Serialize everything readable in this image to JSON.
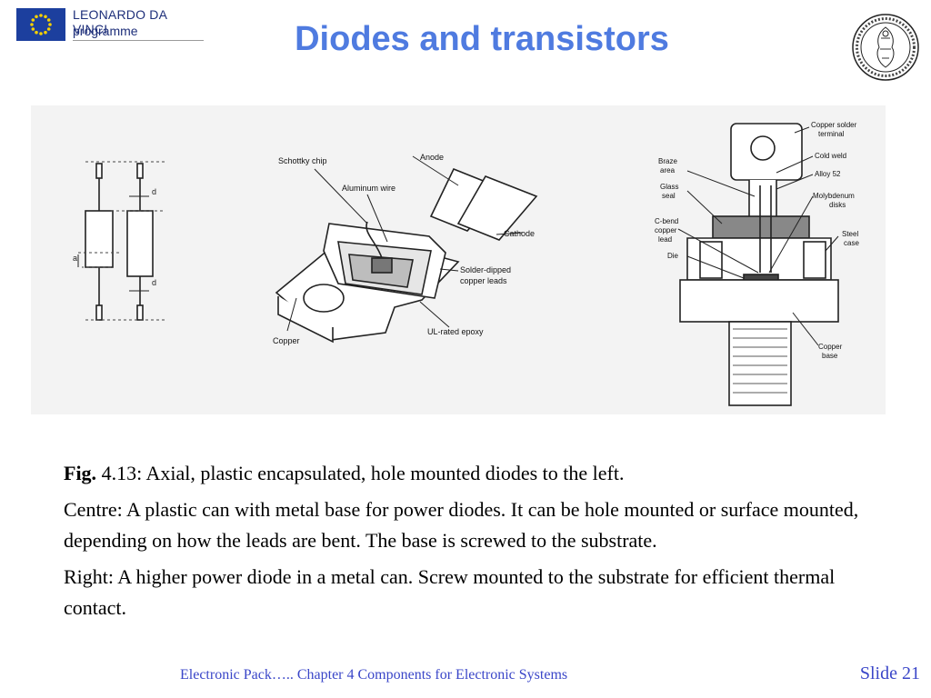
{
  "header": {
    "brand_line1": "LEONARDO DA VINCI",
    "brand_line2": "programme",
    "title": "Diodes and transistors"
  },
  "figure": {
    "left_labels": {
      "a": "a",
      "d_top": "d",
      "d_bottom": "d"
    },
    "centre_labels": {
      "schottky_chip": "Schottky chip",
      "anode": "Anode",
      "aluminum_wire": "Aluminum wire",
      "cathode": "Cathode",
      "solder_line1": "Solder-dipped",
      "solder_line2": "copper leads",
      "copper": "Copper",
      "ul_epoxy": "UL-rated epoxy"
    },
    "right_labels": {
      "copper_solder_line1": "Copper solder",
      "copper_solder_line2": "terminal",
      "braze_line1": "Braze",
      "braze_line2": "area",
      "cold_weld": "Cold weld",
      "alloy": "Alloy 52",
      "glass_line1": "Glass",
      "glass_line2": "seal",
      "molybdenum_line1": "Molybdenum",
      "molybdenum_line2": "disks",
      "cbend_line1": "C-bend",
      "cbend_line2": "copper",
      "cbend_line3": "lead",
      "steel_line1": "Steel",
      "steel_line2": "case",
      "die": "Die",
      "copper_base_line1": "Copper",
      "copper_base_line2": "base"
    }
  },
  "caption": {
    "fig_label": "Fig.",
    "fig_text": " 4.13: Axial, plastic encapsulated, hole mounted diodes to the left.",
    "centre": "Centre: A plastic can with metal base for power diodes. It can be hole mounted or surface mounted, depending on how the leads are bent. The base is screwed to the substrate.",
    "right": "Right: A higher power diode in a metal can. Screw mounted to the substrate for efficient thermal contact."
  },
  "footer": {
    "course": "Electronic Pack…..   Chapter 4 Components for Electronic Systems",
    "slide": "Slide 21"
  },
  "colors": {
    "title": "#4f7be0",
    "footer": "#3a46c8",
    "eu_blue": "#1c3f9e",
    "eu_star": "#f5d000"
  }
}
